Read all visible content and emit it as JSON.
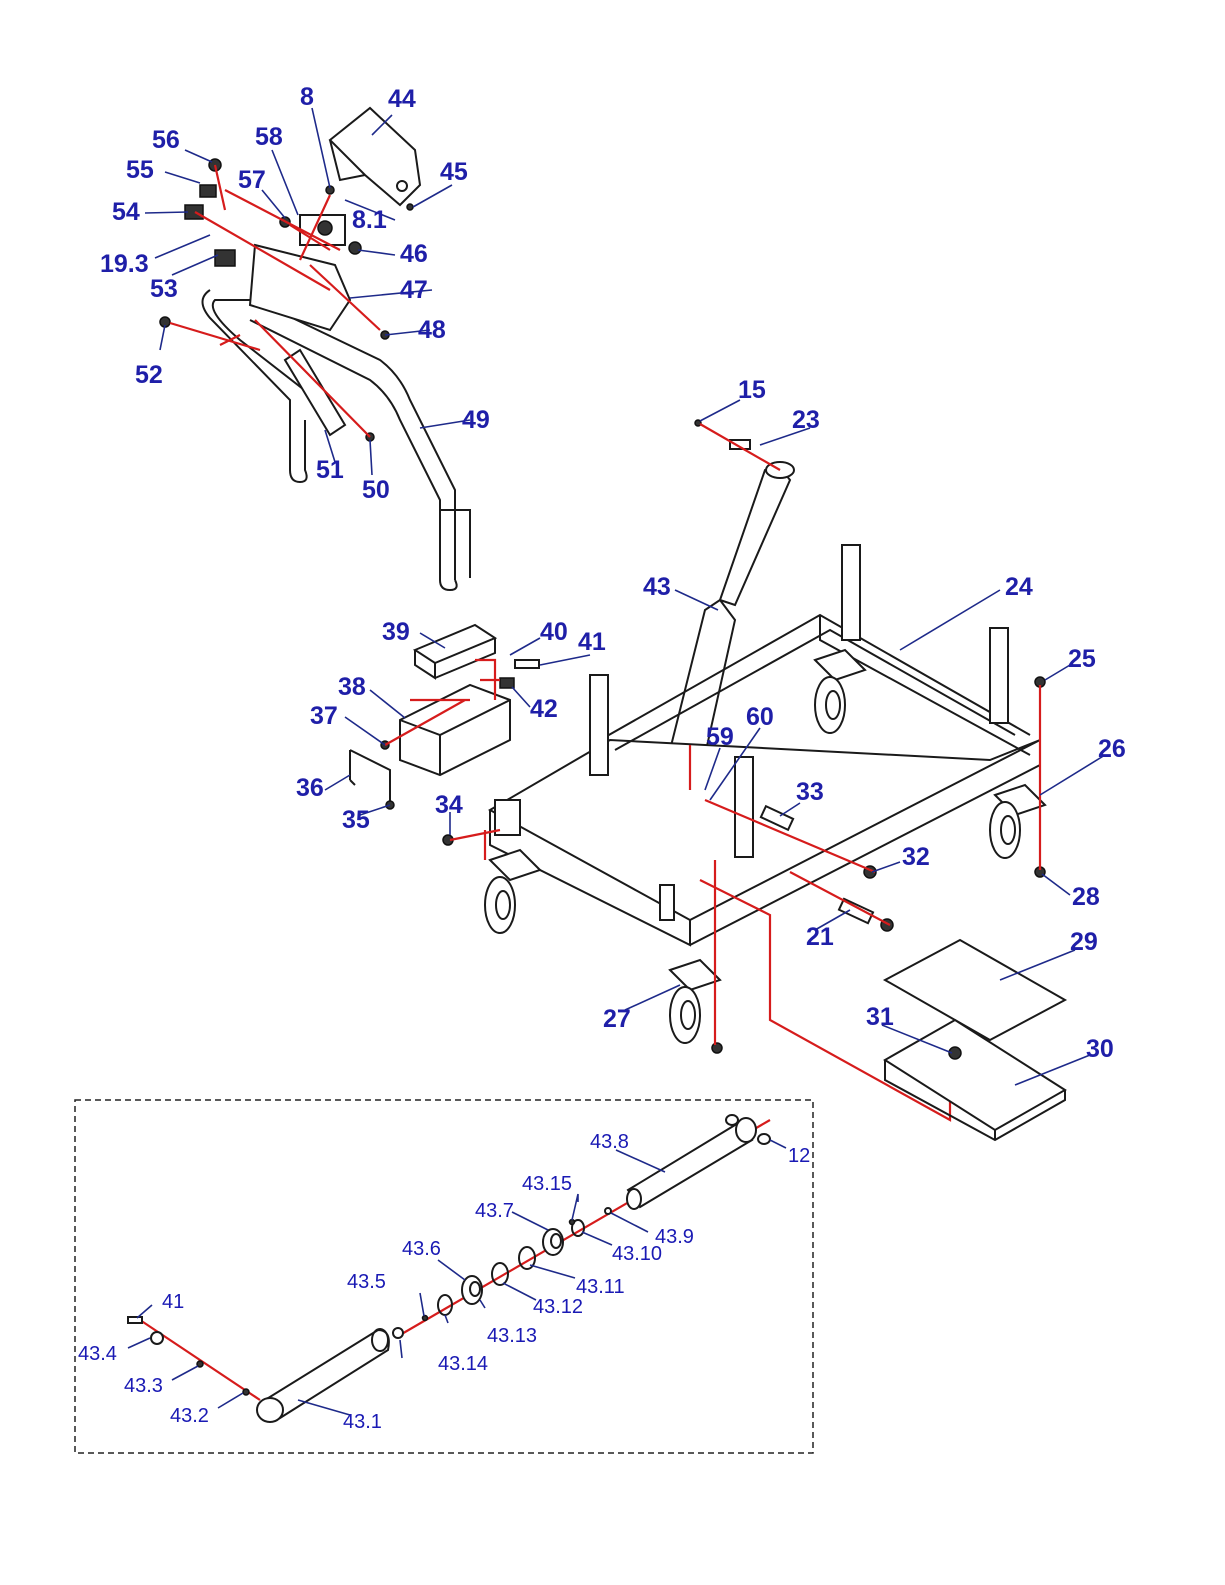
{
  "labels": {
    "p8": "8",
    "p44": "44",
    "p56": "56",
    "p58": "58",
    "p55": "55",
    "p57": "57",
    "p45": "45",
    "p54": "54",
    "p8_1": "8.1",
    "p46": "46",
    "p19_3": "19.3",
    "p53": "53",
    "p47": "47",
    "p48": "48",
    "p52": "52",
    "p49": "49",
    "p51": "51",
    "p50": "50",
    "p15": "15",
    "p23": "23",
    "p43": "43",
    "p24": "24",
    "p39": "39",
    "p40": "40",
    "p41": "41",
    "p38": "38",
    "p42": "42",
    "p25": "25",
    "p37": "37",
    "p60": "60",
    "p59": "59",
    "p26": "26",
    "p36": "36",
    "p33": "33",
    "p34": "34",
    "p35": "35",
    "p32": "32",
    "p28": "28",
    "p21": "21",
    "p29": "29",
    "p27": "27",
    "p31": "31",
    "p30": "30"
  },
  "inset_labels": {
    "p43_8": "43.8",
    "p12": "12",
    "p43_15": "43.15",
    "p43_7": "43.7",
    "p43_9": "43.9",
    "p43_10": "43.10",
    "p43_6": "43.6",
    "p43_11": "43.11",
    "p43_5": "43.5",
    "p43_12": "43.12",
    "p41": "41",
    "p43_13": "43.13",
    "p43_4": "43.4",
    "p43_14": "43.14",
    "p43_3": "43.3",
    "p43_2": "43.2",
    "p43_1": "43.1"
  },
  "colors": {
    "label": "#1f1fa8",
    "explode_line": "#d61c1c",
    "leader": "#1e2a8a",
    "outline": "#1a1a1a"
  }
}
